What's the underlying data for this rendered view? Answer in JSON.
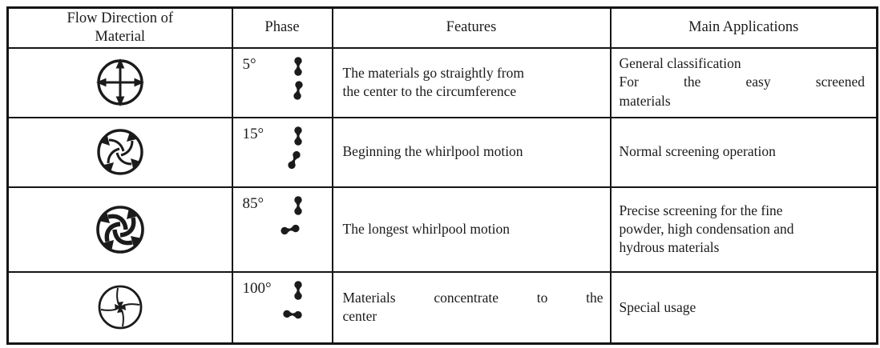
{
  "table": {
    "headers": {
      "flow": "Flow Direction of Material",
      "phase": "Phase",
      "features": "Features",
      "applications": "Main Applications"
    },
    "rows": [
      {
        "flow_icon": "radial-outward-arrows-icon",
        "phase": "5°",
        "phase_weights": {
          "top_rotation": 0,
          "bottom_rotation": 8
        },
        "features_lines": [
          "The materials go straightly from",
          "the center to the circumference"
        ],
        "applications_lines": [
          "General classification",
          "For the easy screened",
          "materials"
        ]
      },
      {
        "flow_icon": "whirlpool-begin-arrows-icon",
        "phase": "15°",
        "phase_weights": {
          "top_rotation": 0,
          "bottom_rotation": 25
        },
        "features_lines": [
          "Beginning the whirlpool motion"
        ],
        "applications_lines": [
          "Normal screening operation"
        ]
      },
      {
        "flow_icon": "whirlpool-longest-arrows-icon",
        "phase": "85°",
        "phase_weights": {
          "top_rotation": 0,
          "bottom_rotation": 78
        },
        "features_lines": [
          "The longest whirlpool motion"
        ],
        "applications_lines": [
          "Precise screening for the fine",
          "powder, high condensation and",
          "hydrous materials"
        ]
      },
      {
        "flow_icon": "center-converging-arrows-icon",
        "phase": "100°",
        "phase_weights": {
          "top_rotation": 0,
          "bottom_rotation": 95
        },
        "features_lines": [
          "Materials concentrate to the",
          "center"
        ],
        "applications_lines": [
          "Special usage"
        ]
      }
    ],
    "ink_color": "#1b1b1b"
  }
}
